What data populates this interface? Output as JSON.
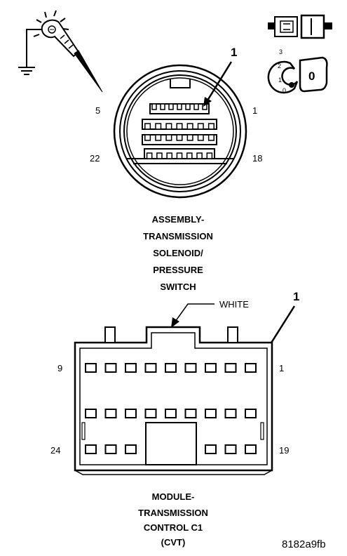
{
  "connector_top": {
    "callout_number": "1",
    "pin_left_top": "5",
    "pin_right_top": "1",
    "pin_left_bottom": "22",
    "pin_right_bottom": "18",
    "caption_lines": [
      "ASSEMBLY-",
      "TRANSMISSION",
      "SOLENOID/",
      "PRESSURE",
      "SWITCH"
    ]
  },
  "ignition_key": {
    "key_label": "0",
    "positions": [
      "3",
      "2",
      "1",
      "0"
    ]
  },
  "connector_bottom": {
    "callout_number": "1",
    "color_label": "WHITE",
    "pin_left_top": "9",
    "pin_right_top": "1",
    "pin_left_bottom": "24",
    "pin_right_bottom": "19",
    "caption_lines": [
      "MODULE-",
      "TRANSMISSION",
      "CONTROL C1",
      "(CVT)"
    ]
  },
  "figure_code": "8182a9fb",
  "icons": [
    "test-light-probe-icon",
    "ground-symbol-icon",
    "connector-disconnect-icon",
    "ignition-key-icon"
  ]
}
